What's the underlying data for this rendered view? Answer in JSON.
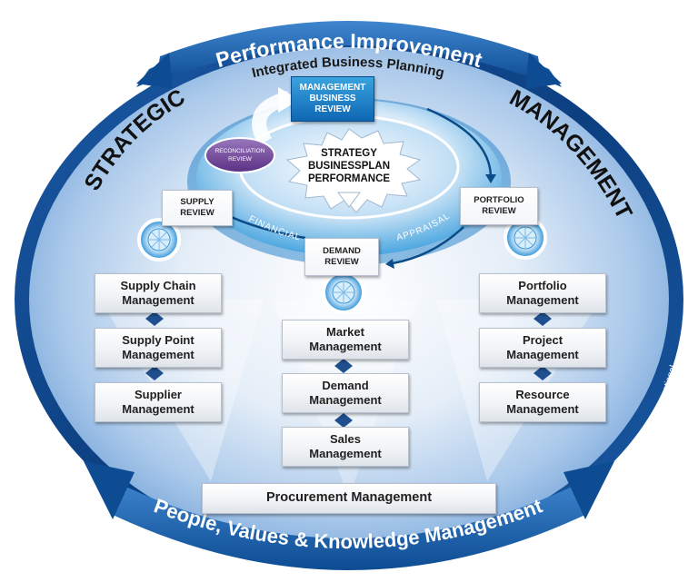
{
  "banners": {
    "top": "Performance Improvement",
    "bottom": "People, Values & Knowledge Management"
  },
  "labels": {
    "integrated_business_planning": "Integrated Business Planning",
    "strategic": "STRATEGIC",
    "management": "MANAGEMENT",
    "financial": "FINANCIAL",
    "appraisal": "APPRAISAL",
    "reconciliation_review": "RECONCILIATION\nREVIEW",
    "strategy_core": [
      "STRATEGY",
      "BUSINESSPLAN",
      "PERFORMANCE"
    ],
    "copyright": "© Oliver Wight International"
  },
  "reviews": {
    "management_business": "MANAGEMENT\nBUSINESS\nREVIEW",
    "supply": "SUPPLY\nREVIEW",
    "demand": "DEMAND\nREVIEW",
    "portfolio": "PORTFOLIO\nREVIEW"
  },
  "columns": {
    "supply": [
      "Supply Chain\nManagement",
      "Supply Point\nManagement",
      "Supplier\nManagement"
    ],
    "demand": [
      "Market\nManagement",
      "Demand\nManagement",
      "Sales\nManagement"
    ],
    "portfolio": [
      "Portfolio\nManagement",
      "Project\nManagement",
      "Resource\nManagement"
    ]
  },
  "procurement": "Procurement Management",
  "colors": {
    "ring_dark": "#0e4f95",
    "ring_light": "#5d9bd8",
    "accent_blue": "#1d73c2",
    "purple": "#6a3f8f"
  }
}
